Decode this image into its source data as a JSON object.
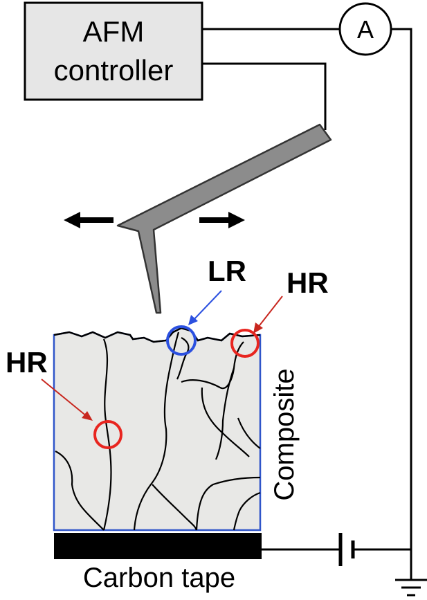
{
  "controller": {
    "line1": "AFM",
    "line2": "controller"
  },
  "ammeter": {
    "symbol": "A"
  },
  "labels": {
    "low_resistance": "LR",
    "high_resistance_top": "HR",
    "high_resistance_left": "HR",
    "composite": "Composite",
    "carbon_tape": "Carbon tape"
  },
  "colors": {
    "controller_fill": "#e6e6e6",
    "cantilever_fill": "#8c8c8c",
    "composite_fill": "#e8e8e6",
    "composite_border": "#2f55c9",
    "lr_marker": "#2b50e0",
    "hr_marker": "#e8251f",
    "tape": "#000000"
  }
}
